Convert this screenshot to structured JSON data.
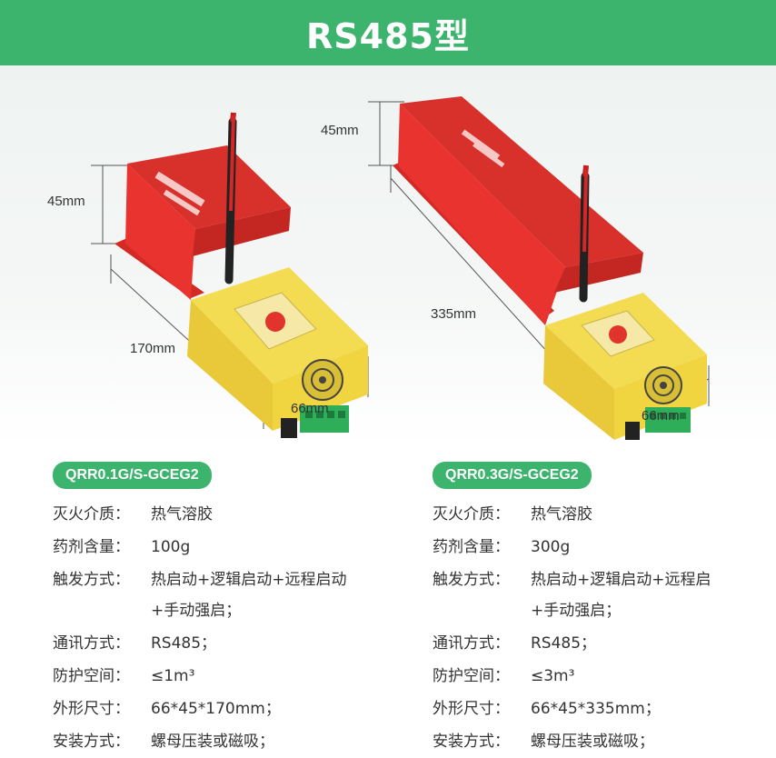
{
  "header": {
    "title": "RS485型"
  },
  "left_product": {
    "dim_height": "45mm",
    "dim_length": "170mm",
    "dim_width": "66mm",
    "model": "QRR0.1G/S-GCEG2",
    "specs": [
      {
        "key": "灭火介质：",
        "value": "热气溶胶"
      },
      {
        "key": "药剂含量：",
        "value": "100g"
      },
      {
        "key": "触发方式：",
        "value": "热启动+逻辑启动+远程启动",
        "cont": "+手动强启；"
      },
      {
        "key": "通讯方式：",
        "value": "RS485；"
      },
      {
        "key": "防护空间：",
        "value": "≤1m³"
      },
      {
        "key": "外形尺寸：",
        "value": "66*45*170mm；"
      },
      {
        "key": "安装方式：",
        "value": "螺母压装或磁吸；"
      }
    ]
  },
  "right_product": {
    "dim_height": "45mm",
    "dim_length": "335mm",
    "dim_width": "66mm",
    "model": "QRR0.3G/S-GCEG2",
    "specs": [
      {
        "key": "灭火介质：",
        "value": "热气溶胶"
      },
      {
        "key": "药剂含量：",
        "value": "300g"
      },
      {
        "key": "触发方式：",
        "value": "热启动+逻辑启动+远程启",
        "cont": "+手动强启；"
      },
      {
        "key": "通讯方式：",
        "value": "RS485；"
      },
      {
        "key": "防护空间：",
        "value": "≤3m³"
      },
      {
        "key": "外形尺寸：",
        "value": "66*45*335mm；"
      },
      {
        "key": "安装方式：",
        "value": "螺母压装或磁吸；"
      }
    ]
  },
  "colors": {
    "brand_green": "#3cb46e",
    "device_red": "#e8332e",
    "device_yellow": "#f0d440",
    "terminal_green": "#2fae5a"
  }
}
